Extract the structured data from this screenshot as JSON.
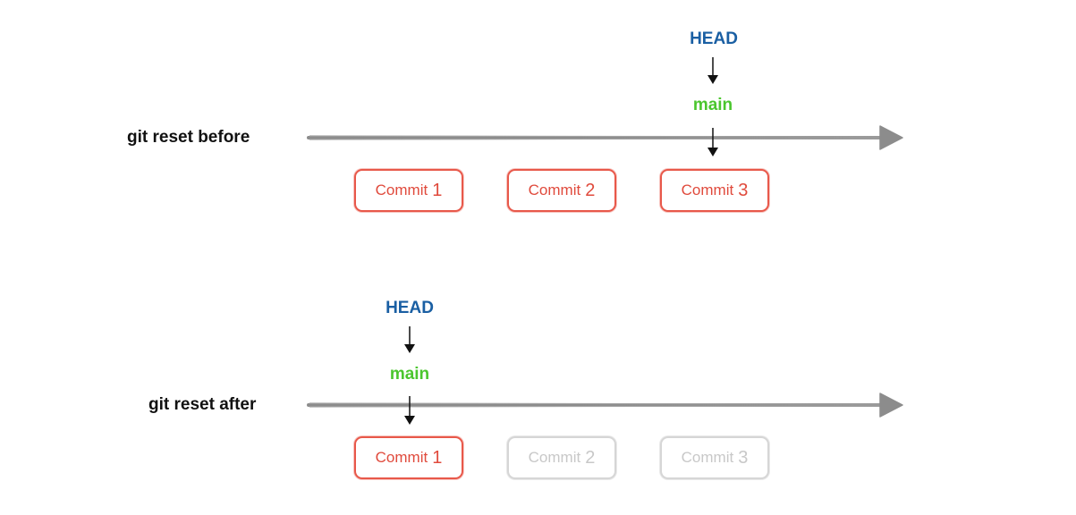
{
  "colors": {
    "head": "#1a5fa3",
    "branch": "#4bc62e",
    "commit": "#e04a3c",
    "commit_faded": "#c8c8c8",
    "timeline": "#8c8c8c",
    "pointer_arrow": "#111111"
  },
  "before": {
    "label": "git reset before",
    "head_label": "HEAD",
    "branch_label": "main",
    "pointer_target_commit": 3,
    "commits": [
      {
        "word": "Commit",
        "num": "1",
        "faded": false
      },
      {
        "word": "Commit",
        "num": "2",
        "faded": false
      },
      {
        "word": "Commit",
        "num": "3",
        "faded": false
      }
    ]
  },
  "after": {
    "label": "git reset after",
    "head_label": "HEAD",
    "branch_label": "main",
    "pointer_target_commit": 1,
    "commits": [
      {
        "word": "Commit",
        "num": "1",
        "faded": false
      },
      {
        "word": "Commit",
        "num": "2",
        "faded": true
      },
      {
        "word": "Commit",
        "num": "3",
        "faded": true
      }
    ]
  }
}
